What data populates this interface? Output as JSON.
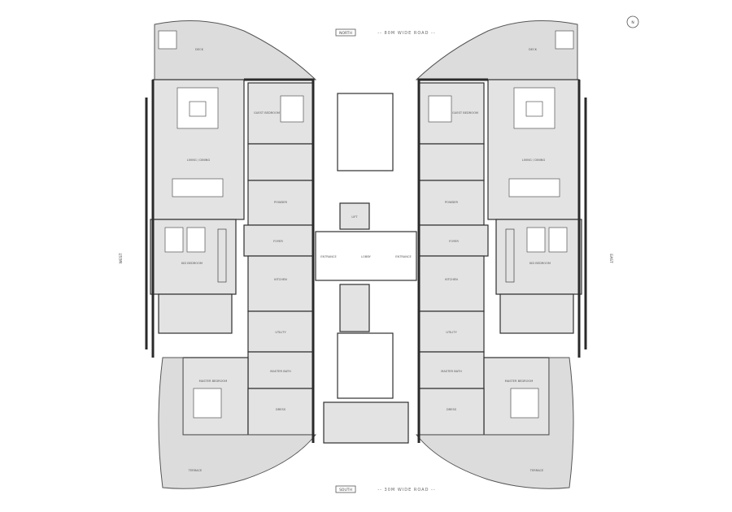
{
  "plan": {
    "north_label": "NORTH",
    "south_label": "SOUTH",
    "top_road": "-- 80M WIDE ROAD --",
    "bottom_road": "-- 30M WIDE ROAD --",
    "compass": "N",
    "east_label": "EAST",
    "west_label": "WEST"
  },
  "unit": {
    "deck": "DECK",
    "living": "LIVING / DINING",
    "guest_bed": "GUEST BEDROOM",
    "kid_bed": "KID BEDROOM",
    "kitchen": "KITCHEN",
    "utility": "UTILITY",
    "powder": "POWDER",
    "master_bed": "MASTER BEDROOM",
    "master_bath": "MASTER BATH",
    "terrace": "TERRACE",
    "foyer": "FOYER",
    "dress": "DRESS"
  },
  "core": {
    "lobby": "LOBBY",
    "lift": "LIFT",
    "entrance_a": "ENTRANCE",
    "entrance_b": "ENTRANCE"
  },
  "colors": {
    "room_fill": "#e3e3e3",
    "wall": "#2a2a2a"
  }
}
